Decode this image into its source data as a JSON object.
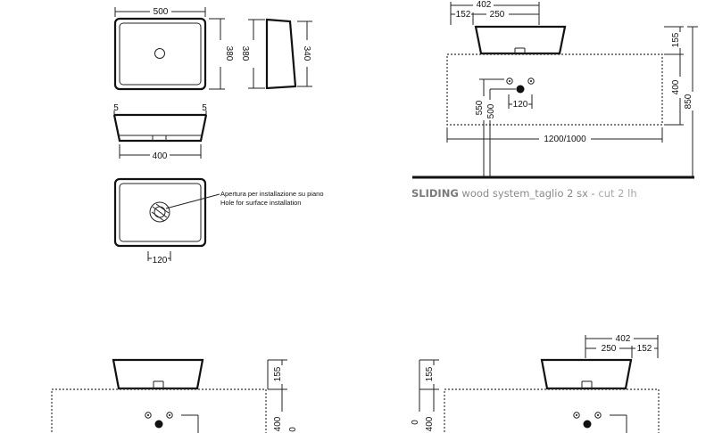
{
  "top_view": {
    "width": "500",
    "depth": "380"
  },
  "side_view": {
    "height": "380",
    "inner": "340"
  },
  "front_view": {
    "left_offset": "5",
    "right_offset": "5",
    "bottom_width": "400"
  },
  "bottom_view": {
    "note_it": "Apertura per installazione su piano",
    "note_en": "Hole for surface installation",
    "hole": "120"
  },
  "elevation_1": {
    "overall_width": "402",
    "offset_left": "152",
    "offset_right": "250",
    "basin_height": "155",
    "cabinet_height": "400",
    "total_height": "850",
    "drain_550": "550",
    "drain_500": "500",
    "drain_120": "120",
    "cabinet_width": "1200/1000"
  },
  "caption": {
    "prefix": "SLIDING",
    "main": " wood system_taglio 2 sx - ",
    "suffix": "cut 2 lh",
    "color_prefix": "#7a7a7a",
    "color_main": "#8a8a8a",
    "color_suffix": "#a8a8a8"
  },
  "elevation_2": {
    "basin_height": "155",
    "cabinet_height": "400",
    "total_height": "0"
  },
  "elevation_3": {
    "overall_width": "402",
    "offset_a": "250",
    "offset_b": "152",
    "basin_height": "155",
    "cabinet_height": "400",
    "total_height": "0"
  }
}
